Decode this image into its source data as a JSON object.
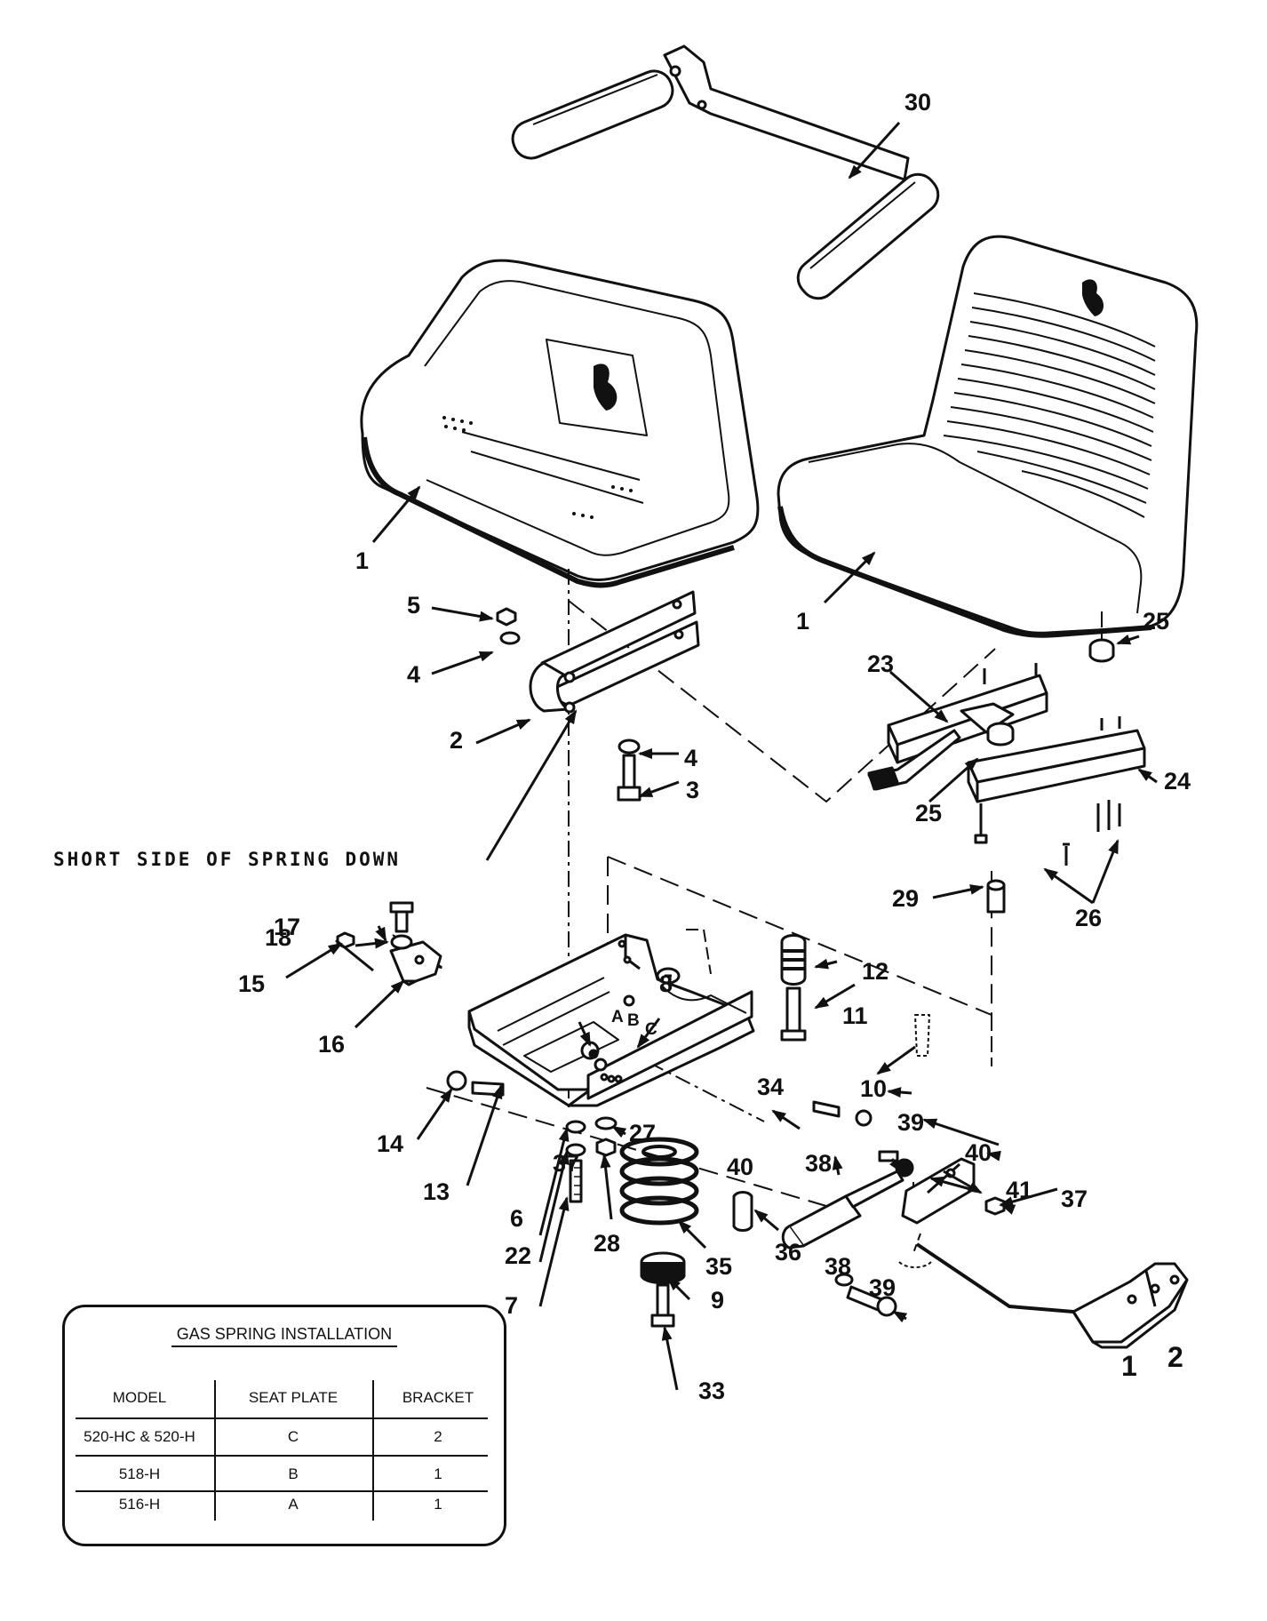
{
  "diagram": {
    "note": "SHORT SIDE OF SPRING DOWN",
    "plate_letters": [
      "A",
      "B",
      "C"
    ],
    "callouts": {
      "c30": "30",
      "c1_left": "1",
      "c1_right": "1",
      "c5": "5",
      "c4_upper": "4",
      "c4_lower": "4",
      "c2": "2",
      "c3": "3",
      "c23": "23",
      "c25_top": "25",
      "c25_mid": "25",
      "c24": "24",
      "c26": "26",
      "c29": "29",
      "c17": "17",
      "c18": "18",
      "c15": "15",
      "c16": "16",
      "c8": "8",
      "c12": "12",
      "c11": "11",
      "c34": "34",
      "c10": "10",
      "c39_upper": "39",
      "c39_lower": "39",
      "c40_left": "40",
      "c40_right": "40",
      "c38_upper": "38",
      "c38_lower": "38",
      "c41": "41",
      "c37_left": "37",
      "c37_right": "37",
      "c14": "14",
      "c13": "13",
      "c6": "6",
      "c27": "27",
      "c22": "22",
      "c7": "7",
      "c28": "28",
      "c35": "35",
      "c36": "36",
      "c9": "9",
      "c33": "33",
      "c1_bracket": "1",
      "c2_bracket": "2"
    }
  },
  "table": {
    "title": "GAS SPRING INSTALLATION",
    "headers": [
      "MODEL",
      "SEAT PLATE",
      "BRACKET"
    ],
    "rows": [
      [
        "520-HC & 520-H",
        "C",
        "2"
      ],
      [
        "518-H",
        "B",
        "1"
      ],
      [
        "516-H",
        "A",
        "1"
      ]
    ]
  }
}
